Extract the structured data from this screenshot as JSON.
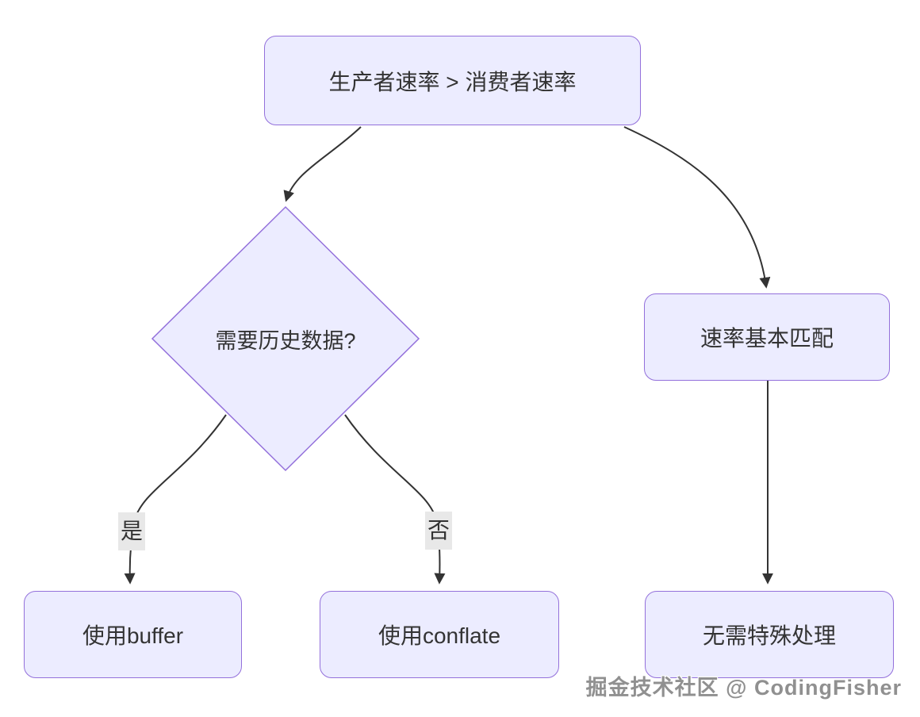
{
  "diagram": {
    "type": "flowchart",
    "nodes": {
      "start": {
        "label": "生产者速率 > 消费者速率"
      },
      "decision": {
        "label": "需要历史数据?"
      },
      "matched": {
        "label": "速率基本匹配"
      },
      "buffer": {
        "label": "使用buffer"
      },
      "conflate": {
        "label": "使用conflate"
      },
      "no_special": {
        "label": "无需特殊处理"
      }
    },
    "edges": [
      {
        "from": "start",
        "to": "decision",
        "label": ""
      },
      {
        "from": "start",
        "to": "matched",
        "label": ""
      },
      {
        "from": "decision",
        "to": "buffer",
        "label": "是"
      },
      {
        "from": "decision",
        "to": "conflate",
        "label": "否"
      },
      {
        "from": "matched",
        "to": "no_special",
        "label": ""
      }
    ],
    "colors": {
      "node_fill": "#ECECFF",
      "node_border": "#9370DB",
      "edge_line": "#333333",
      "edge_label_bg": "#E8E8E8",
      "text": "#333333",
      "watermark": "#909090",
      "background": "#FFFFFF"
    }
  },
  "watermark": {
    "text": "掘金技术社区 @ CodingFisher"
  }
}
